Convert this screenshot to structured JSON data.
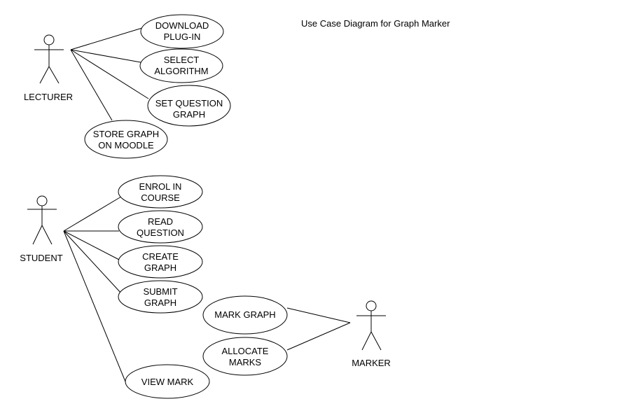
{
  "title": "Use Case Diagram for Graph Marker",
  "actors": {
    "lecturer": "LECTURER",
    "student": "STUDENT",
    "marker": "MARKER"
  },
  "use_cases": {
    "download_plugin": [
      "DOWNLOAD",
      "PLUG-IN"
    ],
    "select_algorithm": [
      "SELECT",
      "ALGORITHM"
    ],
    "set_question_graph": [
      "SET QUESTION",
      "GRAPH"
    ],
    "store_graph_on_moodle": [
      "STORE GRAPH",
      "ON MOODLE"
    ],
    "enrol_in_course": [
      "ENROL IN",
      "COURSE"
    ],
    "read_question": [
      "READ",
      "QUESTION"
    ],
    "create_graph": [
      "CREATE",
      "GRAPH"
    ],
    "submit_graph": [
      "SUBMIT",
      "GRAPH"
    ],
    "mark_graph": [
      "MARK GRAPH"
    ],
    "allocate_marks": [
      "ALLOCATE",
      "MARKS"
    ],
    "view_mark": [
      "VIEW MARK"
    ]
  }
}
